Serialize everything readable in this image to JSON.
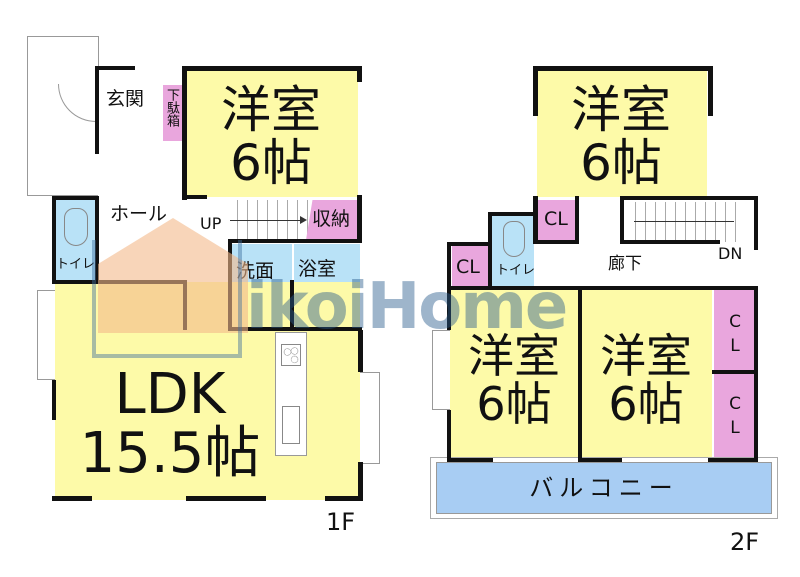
{
  "colors": {
    "room_yellow": "#fdfaa8",
    "wet_blue": "#b9e2f7",
    "storage_pink": "#e9a6dd",
    "balcony_blue": "#a8cdf3",
    "wall": "#111111",
    "watermark_orange": "#f3b98a",
    "watermark_blue": "#3f6f9e"
  },
  "floor1": {
    "label": "1F",
    "rooms": {
      "entrance": "玄関",
      "shoe_cabinet": "下駄箱",
      "western_room": {
        "name": "洋室",
        "size": "6帖"
      },
      "hall": "ホール",
      "stairs_up": "UP",
      "storage": "収納",
      "toilet": "トイレ",
      "washroom": "洗面",
      "bathroom": "浴室",
      "ldk": {
        "name": "LDK",
        "size": "15.5帖"
      }
    }
  },
  "floor2": {
    "label": "2F",
    "rooms": {
      "western_room_top": {
        "name": "洋室",
        "size": "6帖"
      },
      "closet_1": "CL",
      "closet_2": "CL",
      "toilet": "トイレ",
      "corridor": "廊下",
      "stairs_down": "DN",
      "western_room_left": {
        "name": "洋室",
        "size": "6帖"
      },
      "western_room_right": {
        "name": "洋室",
        "size": "6帖"
      },
      "closet_3": "CL",
      "closet_4": "CL",
      "balcony": "バルコニー"
    }
  },
  "watermark": {
    "text": "ikoiHome"
  }
}
